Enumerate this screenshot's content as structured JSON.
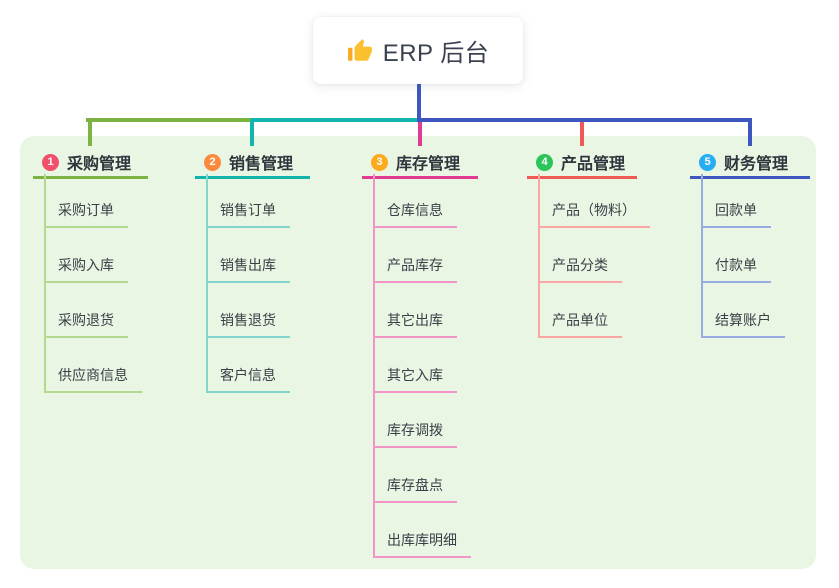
{
  "root": {
    "title": "ERP 后台",
    "icon": "thumbs-up-icon",
    "icon_color": "#fbc02d",
    "stub_color": "#3d56c0"
  },
  "canvas": {
    "background": "#ffffff",
    "panel_background": "#e9f6e3"
  },
  "branches": [
    {
      "number": "1",
      "label": "采购管理",
      "badge_color": "#f1506c",
      "line_color": "#7cb342",
      "child_line_color": "#b4d98e",
      "children": [
        "采购订单",
        "采购入库",
        "采购退货",
        "供应商信息"
      ]
    },
    {
      "number": "2",
      "label": "销售管理",
      "badge_color": "#fb8a3f",
      "line_color": "#12b5a9",
      "child_line_color": "#82d6cd",
      "children": [
        "销售订单",
        "销售出库",
        "销售退货",
        "客户信息"
      ]
    },
    {
      "number": "3",
      "label": "库存管理",
      "badge_color": "#fbab1d",
      "line_color": "#e03a92",
      "child_line_color": "#f295c6",
      "children": [
        "仓库信息",
        "产品库存",
        "其它出库",
        "其它入库",
        "库存调拨",
        "库存盘点",
        "出库库明细"
      ]
    },
    {
      "number": "4",
      "label": "产品管理",
      "badge_color": "#2ec45c",
      "line_color": "#f05a56",
      "child_line_color": "#f8a7a5",
      "children": [
        "产品（物料）",
        "产品分类",
        "产品单位"
      ]
    },
    {
      "number": "5",
      "label": "财务管理",
      "badge_color": "#27aef2",
      "line_color": "#3d56c0",
      "child_line_color": "#96abe0",
      "children": [
        "回款单",
        "付款单",
        "结算账户"
      ]
    }
  ]
}
